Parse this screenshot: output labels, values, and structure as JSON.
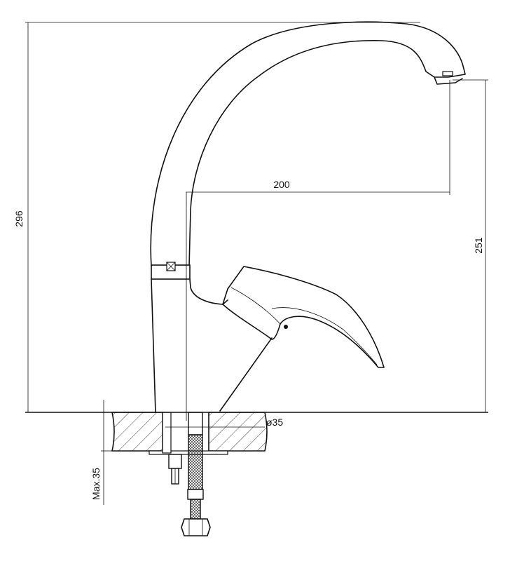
{
  "drawing": {
    "dimensions": {
      "total_height": "296",
      "spout_height": "251",
      "spout_reach": "200",
      "hole_diameter": "ø35",
      "max_thickness": "Max.35"
    }
  }
}
